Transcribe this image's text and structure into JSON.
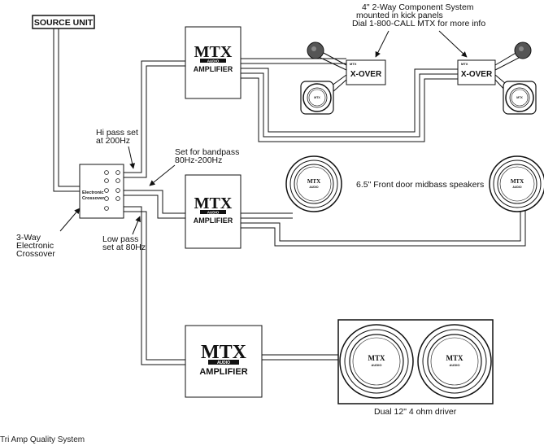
{
  "source_unit": {
    "label": "SOURCE UNIT"
  },
  "amplifiers": [
    {
      "brand": "MTX",
      "sub": "AUDIO",
      "label": "AMPLIFIER"
    },
    {
      "brand": "MTX",
      "sub": "AUDIO",
      "label": "AMPLIFIER"
    },
    {
      "brand": "MTX",
      "sub": "AUDIO",
      "label": "AMPLIFIER"
    }
  ],
  "crossover": {
    "line1": "Electronic",
    "line2": "Crossover"
  },
  "xovers": [
    {
      "label": "X-OVER",
      "brand": "MTX"
    },
    {
      "label": "X-OVER",
      "brand": "MTX"
    }
  ],
  "speaker_brand": "MTX",
  "speaker_sub": "AUDIO",
  "annotations": {
    "component_note": [
      "4\"  2-Way Component System",
      "mounted in kick panels",
      "Dial 1-800-CALL MTX for more info"
    ],
    "hi_pass": [
      "Hi pass set",
      "at 200Hz"
    ],
    "bandpass": [
      "Set for bandpass",
      "80Hz-200Hz"
    ],
    "midbass": "6.5\" Front door midbass speakers",
    "three_way": [
      "3-Way",
      "Electronic",
      "Crossover"
    ],
    "low_pass": [
      "Low pass",
      "set at 80Hz"
    ],
    "dual_driver": "Dual 12\" 4 ohm driver"
  },
  "caption": "Tri Amp Quality System"
}
